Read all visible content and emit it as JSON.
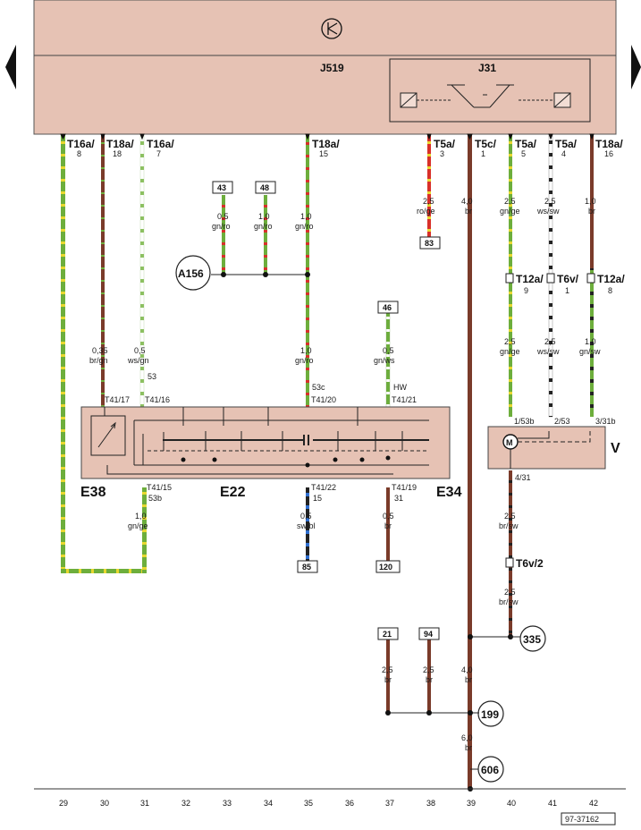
{
  "nav": {
    "prev_arrow": "◀",
    "next_arrow": "▶"
  },
  "relays": {
    "j519": "J519",
    "j31": "J31"
  },
  "connectors_top": [
    {
      "name": "T16a/",
      "pin": "8"
    },
    {
      "name": "T18a/",
      "pin": "18"
    },
    {
      "name": "T16a/",
      "pin": "7"
    },
    {
      "name": "T18a/",
      "pin": "15"
    },
    {
      "name": "T5a/",
      "pin": "3"
    },
    {
      "name": "T5c/",
      "pin": "1"
    },
    {
      "name": "T5a/",
      "pin": "5"
    },
    {
      "name": "T5a/",
      "pin": "4"
    },
    {
      "name": "T18a/",
      "pin": "16"
    }
  ],
  "wires": [
    {
      "size": "0,35",
      "color": "br/gn"
    },
    {
      "size": "0,5",
      "color": "ws/gn"
    },
    {
      "size": "0,5",
      "color": "gn/ro"
    },
    {
      "size": "1,0",
      "color": "gn/ro"
    },
    {
      "size": "1,0",
      "color": "gn/ro"
    },
    {
      "size": "1,0",
      "color": "gn/ro"
    },
    {
      "size": "2,5",
      "color": "ro/ge"
    },
    {
      "size": "4,0",
      "color": "br"
    },
    {
      "size": "2,5",
      "color": "gn/ge"
    },
    {
      "size": "2,5",
      "color": "ws/sw"
    },
    {
      "size": "1,0",
      "color": "br"
    },
    {
      "size": "2,5",
      "color": "gn/ge"
    },
    {
      "size": "2,5",
      "color": "ws/sw"
    },
    {
      "size": "1,0",
      "color": "gn/sw"
    },
    {
      "size": "0,5",
      "color": "gn/ws"
    },
    {
      "size": "1,0",
      "color": "gn/ge"
    },
    {
      "size": "0,5",
      "color": "sw/bl"
    },
    {
      "size": "0,5",
      "color": "br"
    },
    {
      "size": "2,5",
      "color": "br/sw"
    },
    {
      "size": "2,5",
      "color": "br/sw"
    },
    {
      "size": "2,5",
      "color": "br"
    },
    {
      "size": "2,5",
      "color": "br"
    },
    {
      "size": "4,0",
      "color": "br"
    },
    {
      "size": "6,0",
      "color": "br"
    }
  ],
  "refs": [
    "43",
    "48",
    "46",
    "83",
    "85",
    "120",
    "21",
    "94"
  ],
  "circles": [
    "A156",
    "335",
    "199",
    "606"
  ],
  "mid_connectors": [
    {
      "name": "T12a/",
      "pin": "9"
    },
    {
      "name": "T6v/",
      "pin": "1"
    },
    {
      "name": "T12a/",
      "pin": "8"
    },
    {
      "name": "T6v/2",
      "pin": ""
    }
  ],
  "switch_pins": [
    "53",
    "T41/17",
    "T41/16",
    "53c",
    "T41/20",
    "HW",
    "T41/21",
    "T41/15",
    "53b",
    "T41/22",
    "15",
    "T41/19",
    "31"
  ],
  "motor_pins": [
    "1/53b",
    "2/53",
    "3/31b",
    "4/31"
  ],
  "motor_label": "M",
  "components": {
    "e38": "E38",
    "e22": "E22",
    "e34": "E34",
    "v": "V"
  },
  "columns": [
    "29",
    "30",
    "31",
    "32",
    "33",
    "34",
    "35",
    "36",
    "37",
    "38",
    "39",
    "40",
    "41",
    "42"
  ],
  "doc_id": "97-37162"
}
